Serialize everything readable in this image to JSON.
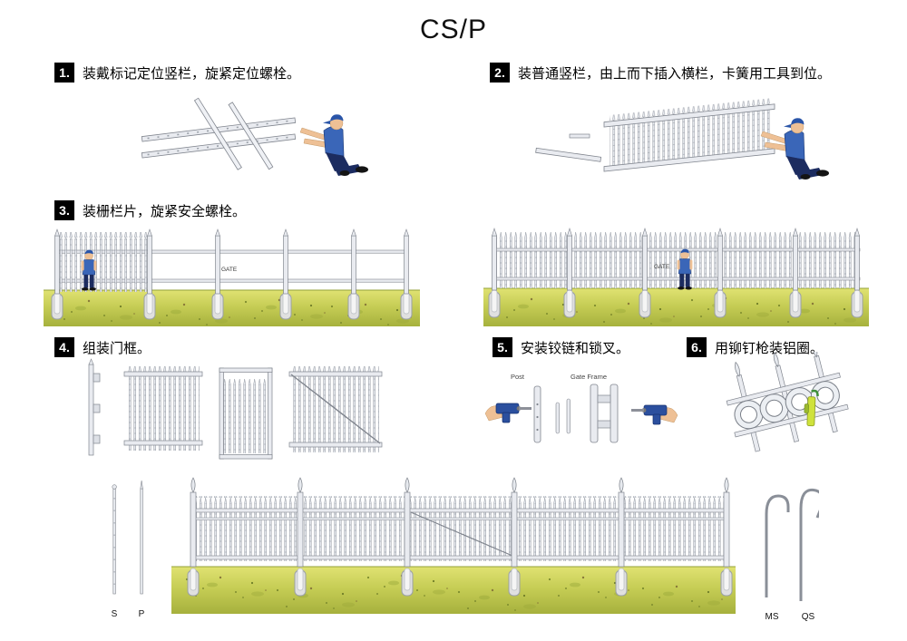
{
  "title": "CS/P",
  "steps": [
    {
      "num": "1.",
      "text": "装戴标记定位竖栏，旋紧定位螺栓。"
    },
    {
      "num": "2.",
      "text": "装普通竖栏，由上而下插入横栏，卡簧用工具到位。"
    },
    {
      "num": "3.",
      "text": "装栅栏片，旋紧安全螺栓。"
    },
    {
      "num": "4.",
      "text": "组装门框。"
    },
    {
      "num": "5.",
      "text": "安装铰链和锁叉。"
    },
    {
      "num": "6.",
      "text": "用铆钉枪装铝圈。"
    }
  ],
  "labels": {
    "gate_left": "GATE",
    "gate_right": "GATE",
    "post": "Post",
    "gate_frame": "Gate Frame",
    "s": "S",
    "p": "P",
    "ms": "MS",
    "qs": "QS"
  },
  "colors": {
    "step_box": "#000000",
    "worker_shirt": "#3a66b8",
    "worker_cap": "#2a55a8",
    "worker_pants": "#1c2c60",
    "metal": "#e9ebf0",
    "metal_outline": "#80858e",
    "grass_top": "#e0e272",
    "grass_bottom": "#a6b13d",
    "rivet_gun": "#cfe23c"
  }
}
